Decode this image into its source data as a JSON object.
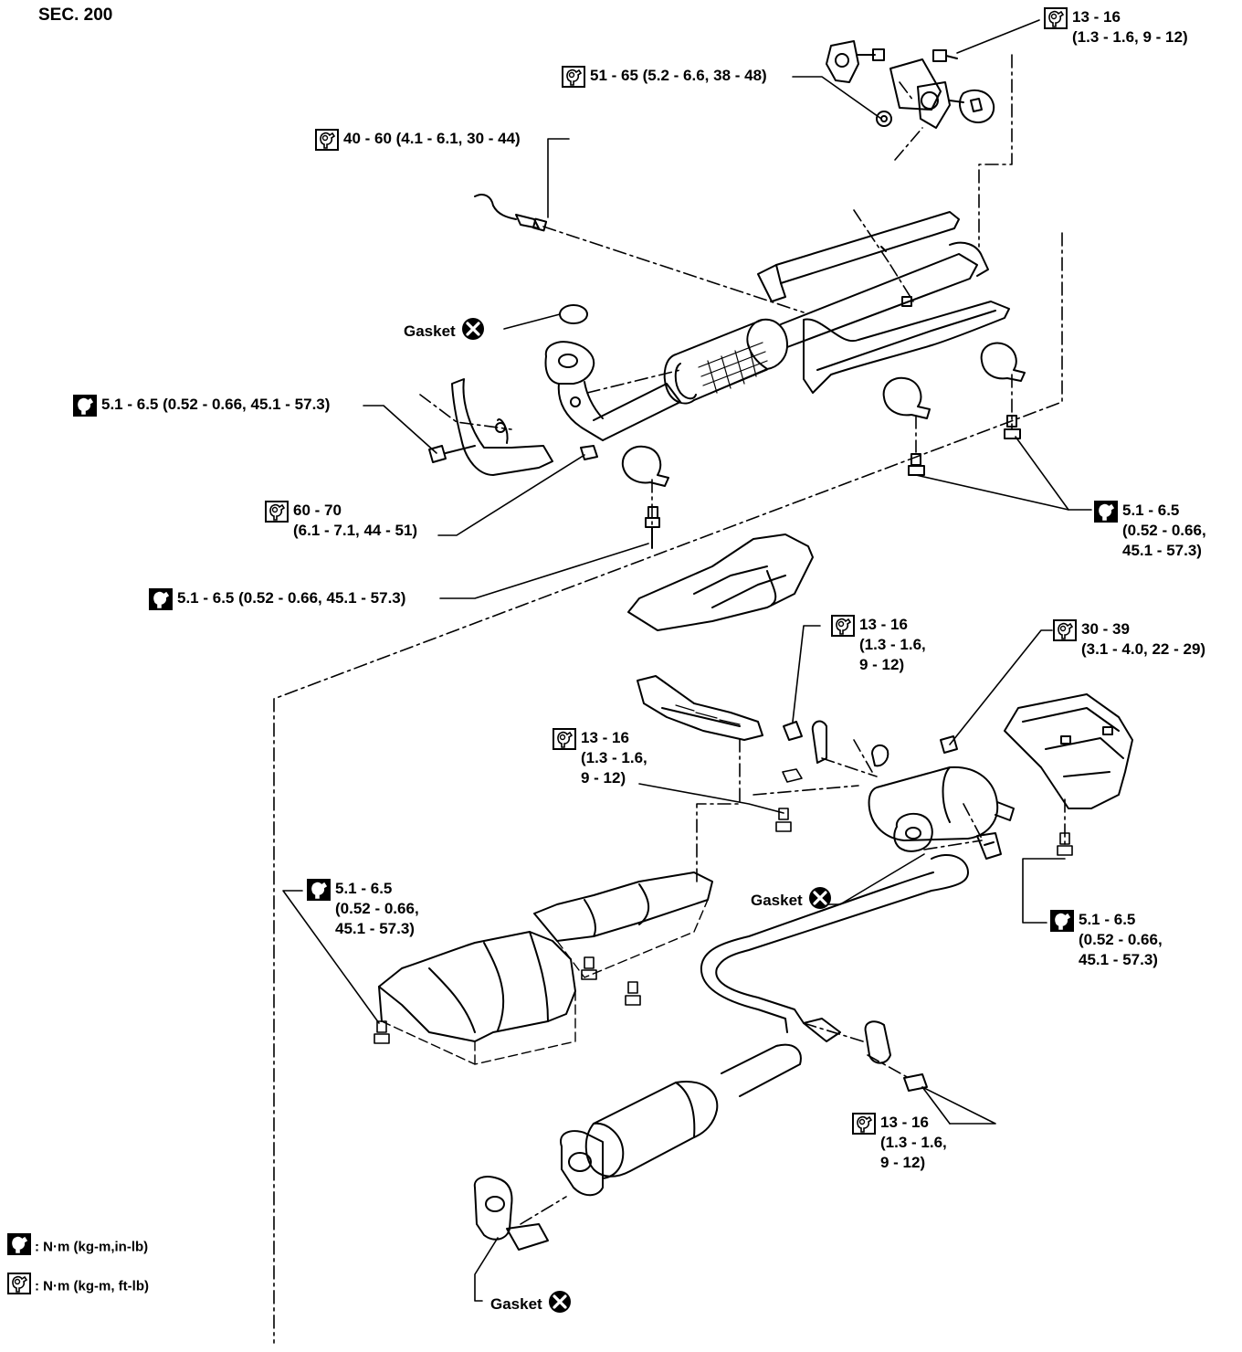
{
  "section": "SEC. 200",
  "symbols": {
    "inlb": "torque-inlb-icon",
    "ftlb": "torque-ftlb-icon",
    "gasket": "replace-x-icon"
  },
  "torque_labels": [
    {
      "id": "t1",
      "symbol": "ftlb",
      "lines": [
        "13 - 16",
        "(1.3 - 1.6, 9 - 12)"
      ]
    },
    {
      "id": "t2",
      "symbol": "ftlb",
      "lines": [
        "51 - 65 (5.2 - 6.6, 38 - 48)"
      ]
    },
    {
      "id": "t3",
      "symbol": "ftlb",
      "lines": [
        "40 - 60 (4.1 - 6.1, 30 - 44)"
      ]
    },
    {
      "id": "t4",
      "symbol": "inlb",
      "lines": [
        "5.1 - 6.5 (0.52 - 0.66, 45.1 - 57.3)"
      ]
    },
    {
      "id": "t5",
      "symbol": "ftlb",
      "lines": [
        "60 - 70",
        "(6.1 - 7.1, 44 - 51)"
      ]
    },
    {
      "id": "t6",
      "symbol": "inlb",
      "lines": [
        "5.1 - 6.5",
        "(0.52 - 0.66,",
        "45.1 - 57.3)"
      ]
    },
    {
      "id": "t7",
      "symbol": "inlb",
      "lines": [
        "5.1 - 6.5 (0.52 - 0.66, 45.1 - 57.3)"
      ]
    },
    {
      "id": "t8",
      "symbol": "ftlb",
      "lines": [
        "13 - 16",
        "(1.3 - 1.6,",
        "9 - 12)"
      ]
    },
    {
      "id": "t9",
      "symbol": "ftlb",
      "lines": [
        "30 - 39",
        "(3.1 - 4.0, 22 - 29)"
      ]
    },
    {
      "id": "t10",
      "symbol": "ftlb",
      "lines": [
        "13 - 16",
        "(1.3 - 1.6,",
        "9 - 12)"
      ]
    },
    {
      "id": "t11",
      "symbol": "inlb",
      "lines": [
        "5.1 - 6.5",
        "(0.52 - 0.66,",
        "45.1 - 57.3)"
      ]
    },
    {
      "id": "t12",
      "symbol": "inlb",
      "lines": [
        "5.1 - 6.5",
        "(0.52 - 0.66,",
        "45.1 - 57.3)"
      ]
    },
    {
      "id": "t13",
      "symbol": "ftlb",
      "lines": [
        "13 - 16",
        "(1.3 - 1.6,",
        "9 - 12)"
      ]
    }
  ],
  "gaskets": [
    {
      "id": "g1",
      "label": "Gasket"
    },
    {
      "id": "g2",
      "label": "Gasket"
    },
    {
      "id": "g3",
      "label": "Gasket"
    }
  ],
  "legend": [
    {
      "symbol": "inlb",
      "text": ": N·m (kg-m,in-lb)"
    },
    {
      "symbol": "ftlb",
      "text": ": N·m (kg-m, ft-lb)"
    }
  ]
}
